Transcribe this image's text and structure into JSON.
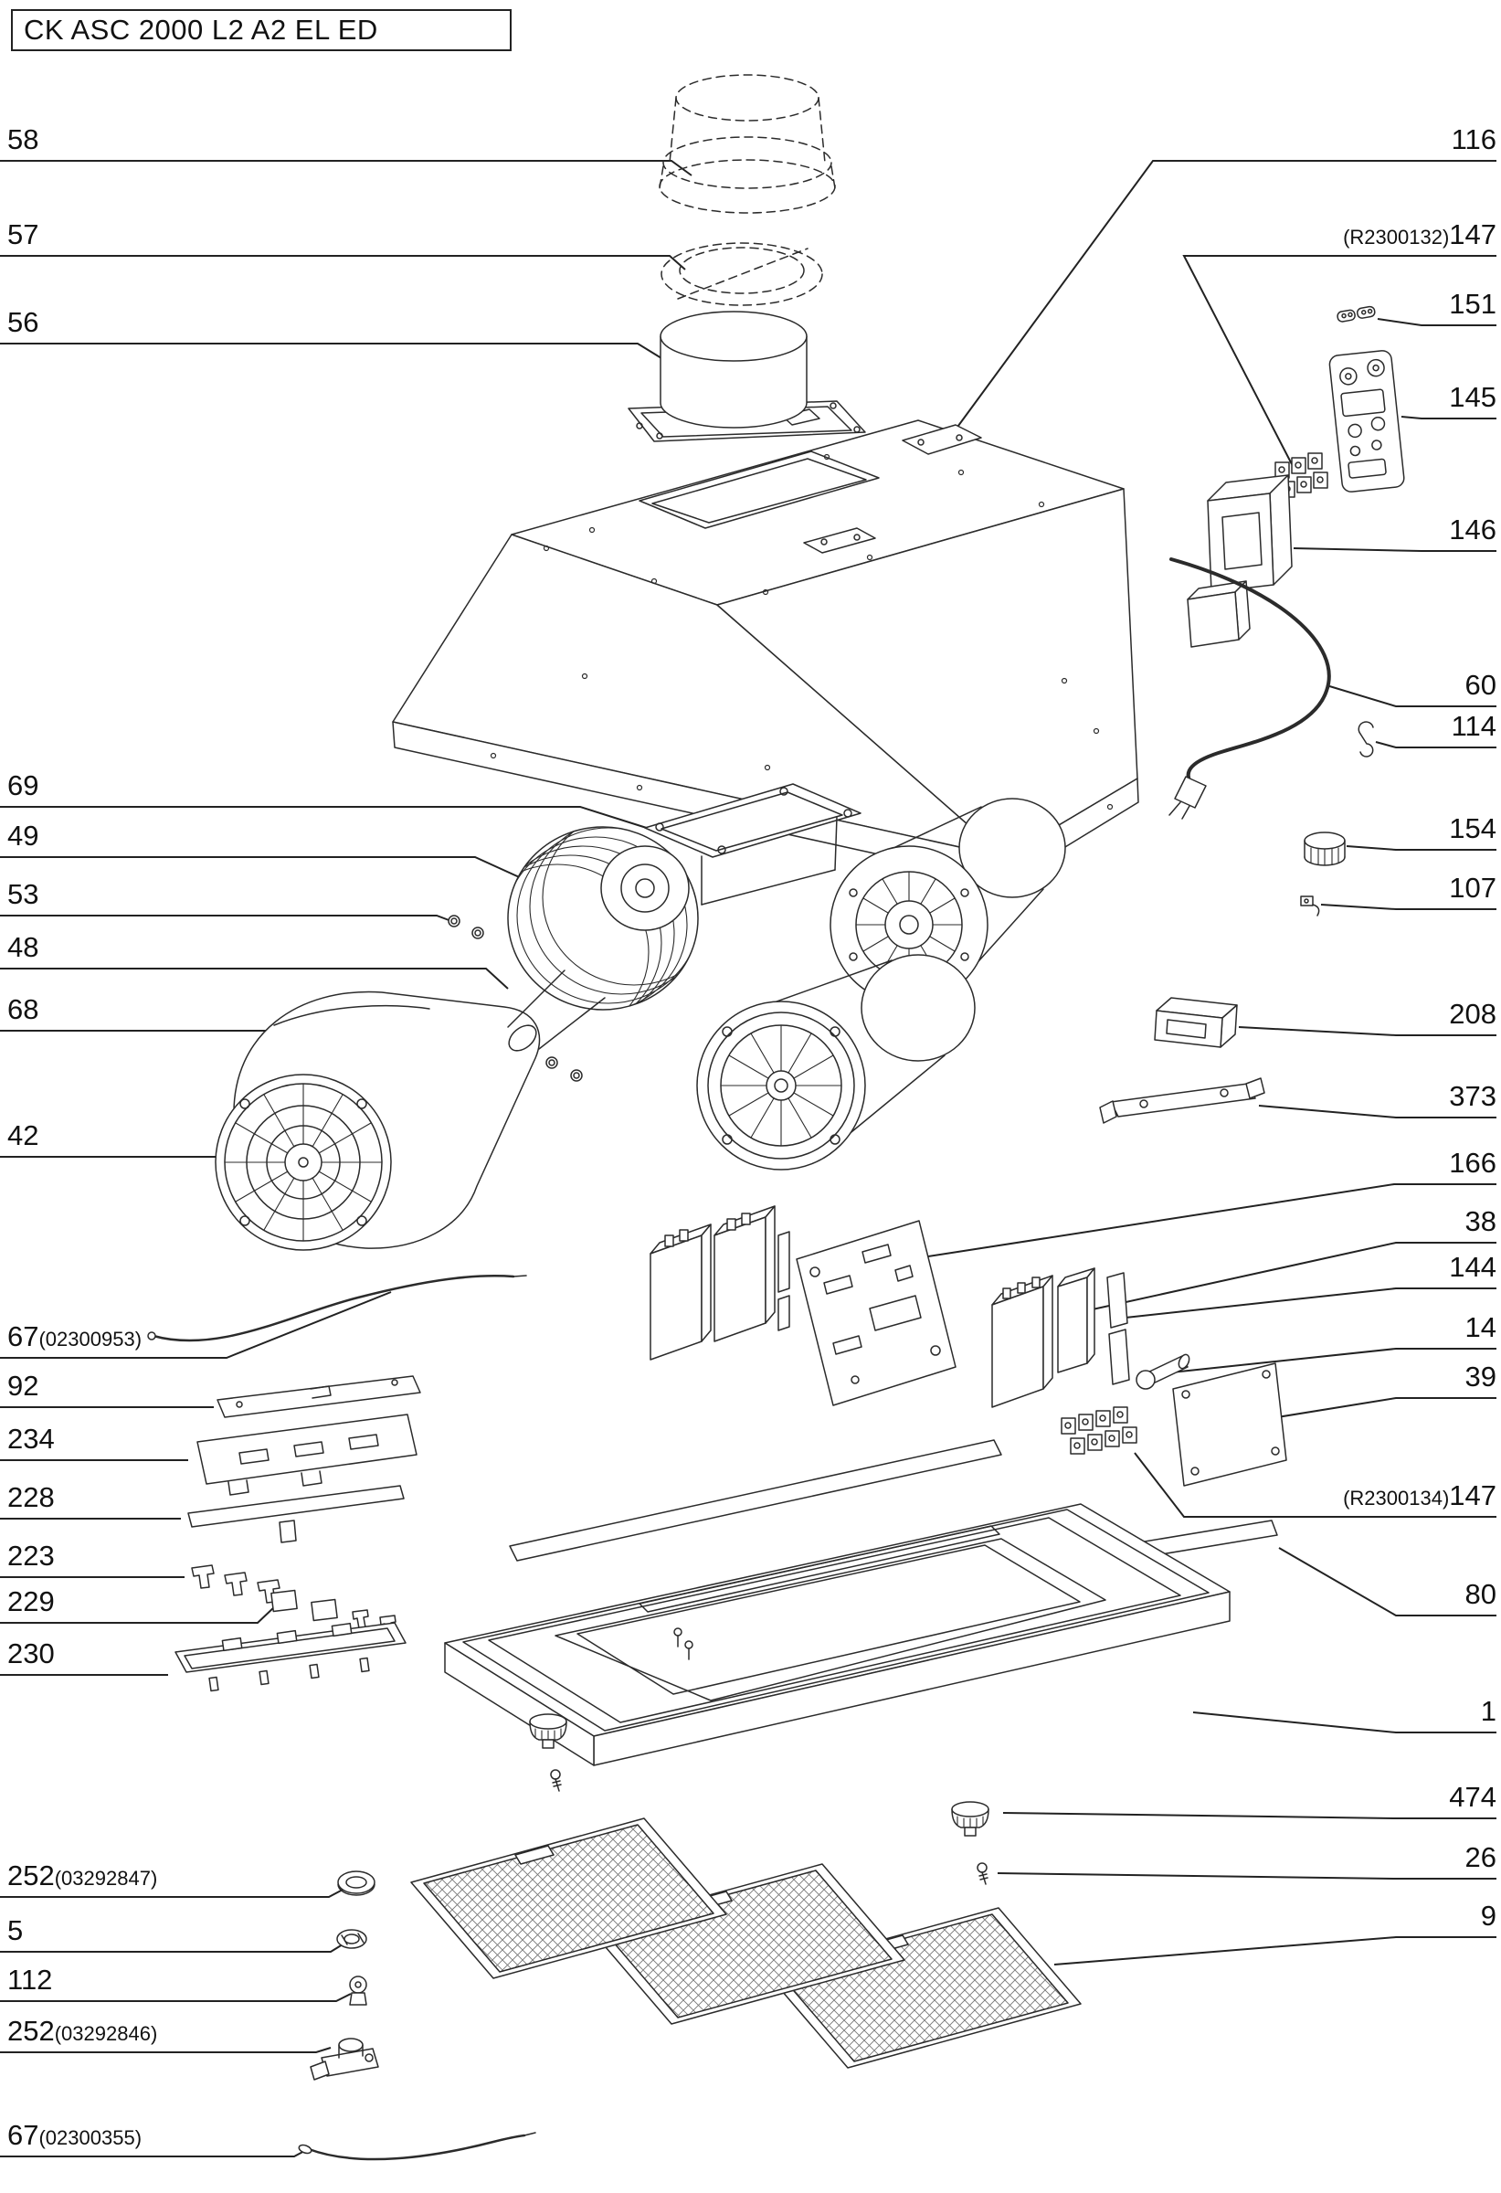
{
  "title": "CK ASC 2000 L2 A2 EL ED",
  "colors": {
    "line": "#2b2b2b",
    "background": "#ffffff"
  },
  "callouts": {
    "left": [
      {
        "id": "l58",
        "label": "58"
      },
      {
        "id": "l57",
        "label": "57"
      },
      {
        "id": "l56",
        "label": "56"
      },
      {
        "id": "l69",
        "label": "69"
      },
      {
        "id": "l49",
        "label": "49"
      },
      {
        "id": "l53",
        "label": "53"
      },
      {
        "id": "l48",
        "label": "48"
      },
      {
        "id": "l68",
        "label": "68"
      },
      {
        "id": "l42",
        "label": "42"
      },
      {
        "id": "l67a",
        "label": "67",
        "code": "(02300953)"
      },
      {
        "id": "l92",
        "label": "92"
      },
      {
        "id": "l234",
        "label": "234"
      },
      {
        "id": "l228",
        "label": "228"
      },
      {
        "id": "l223",
        "label": "223"
      },
      {
        "id": "l229",
        "label": "229"
      },
      {
        "id": "l230",
        "label": "230"
      },
      {
        "id": "l252a",
        "label": "252",
        "code": "(03292847)"
      },
      {
        "id": "l5",
        "label": "5"
      },
      {
        "id": "l112",
        "label": "112"
      },
      {
        "id": "l252b",
        "label": "252",
        "code": "(03292846)"
      },
      {
        "id": "l67b",
        "label": "67",
        "code": "(02300355)"
      }
    ],
    "right": [
      {
        "id": "r116",
        "label": "116"
      },
      {
        "id": "r147a",
        "label": "147",
        "code": "(R2300132)"
      },
      {
        "id": "r151",
        "label": "151"
      },
      {
        "id": "r145",
        "label": "145"
      },
      {
        "id": "r146",
        "label": "146"
      },
      {
        "id": "r60",
        "label": "60"
      },
      {
        "id": "r114",
        "label": "114"
      },
      {
        "id": "r154",
        "label": "154"
      },
      {
        "id": "r107",
        "label": "107"
      },
      {
        "id": "r208",
        "label": "208"
      },
      {
        "id": "r373",
        "label": "373"
      },
      {
        "id": "r166",
        "label": "166"
      },
      {
        "id": "r38",
        "label": "38"
      },
      {
        "id": "r144",
        "label": "144"
      },
      {
        "id": "r14",
        "label": "14"
      },
      {
        "id": "r39",
        "label": "39"
      },
      {
        "id": "r147b",
        "label": "147",
        "code": "(R2300134)"
      },
      {
        "id": "r80",
        "label": "80"
      },
      {
        "id": "r1",
        "label": "1"
      },
      {
        "id": "r474",
        "label": "474"
      },
      {
        "id": "r26",
        "label": "26"
      },
      {
        "id": "r9",
        "label": "9"
      }
    ]
  }
}
